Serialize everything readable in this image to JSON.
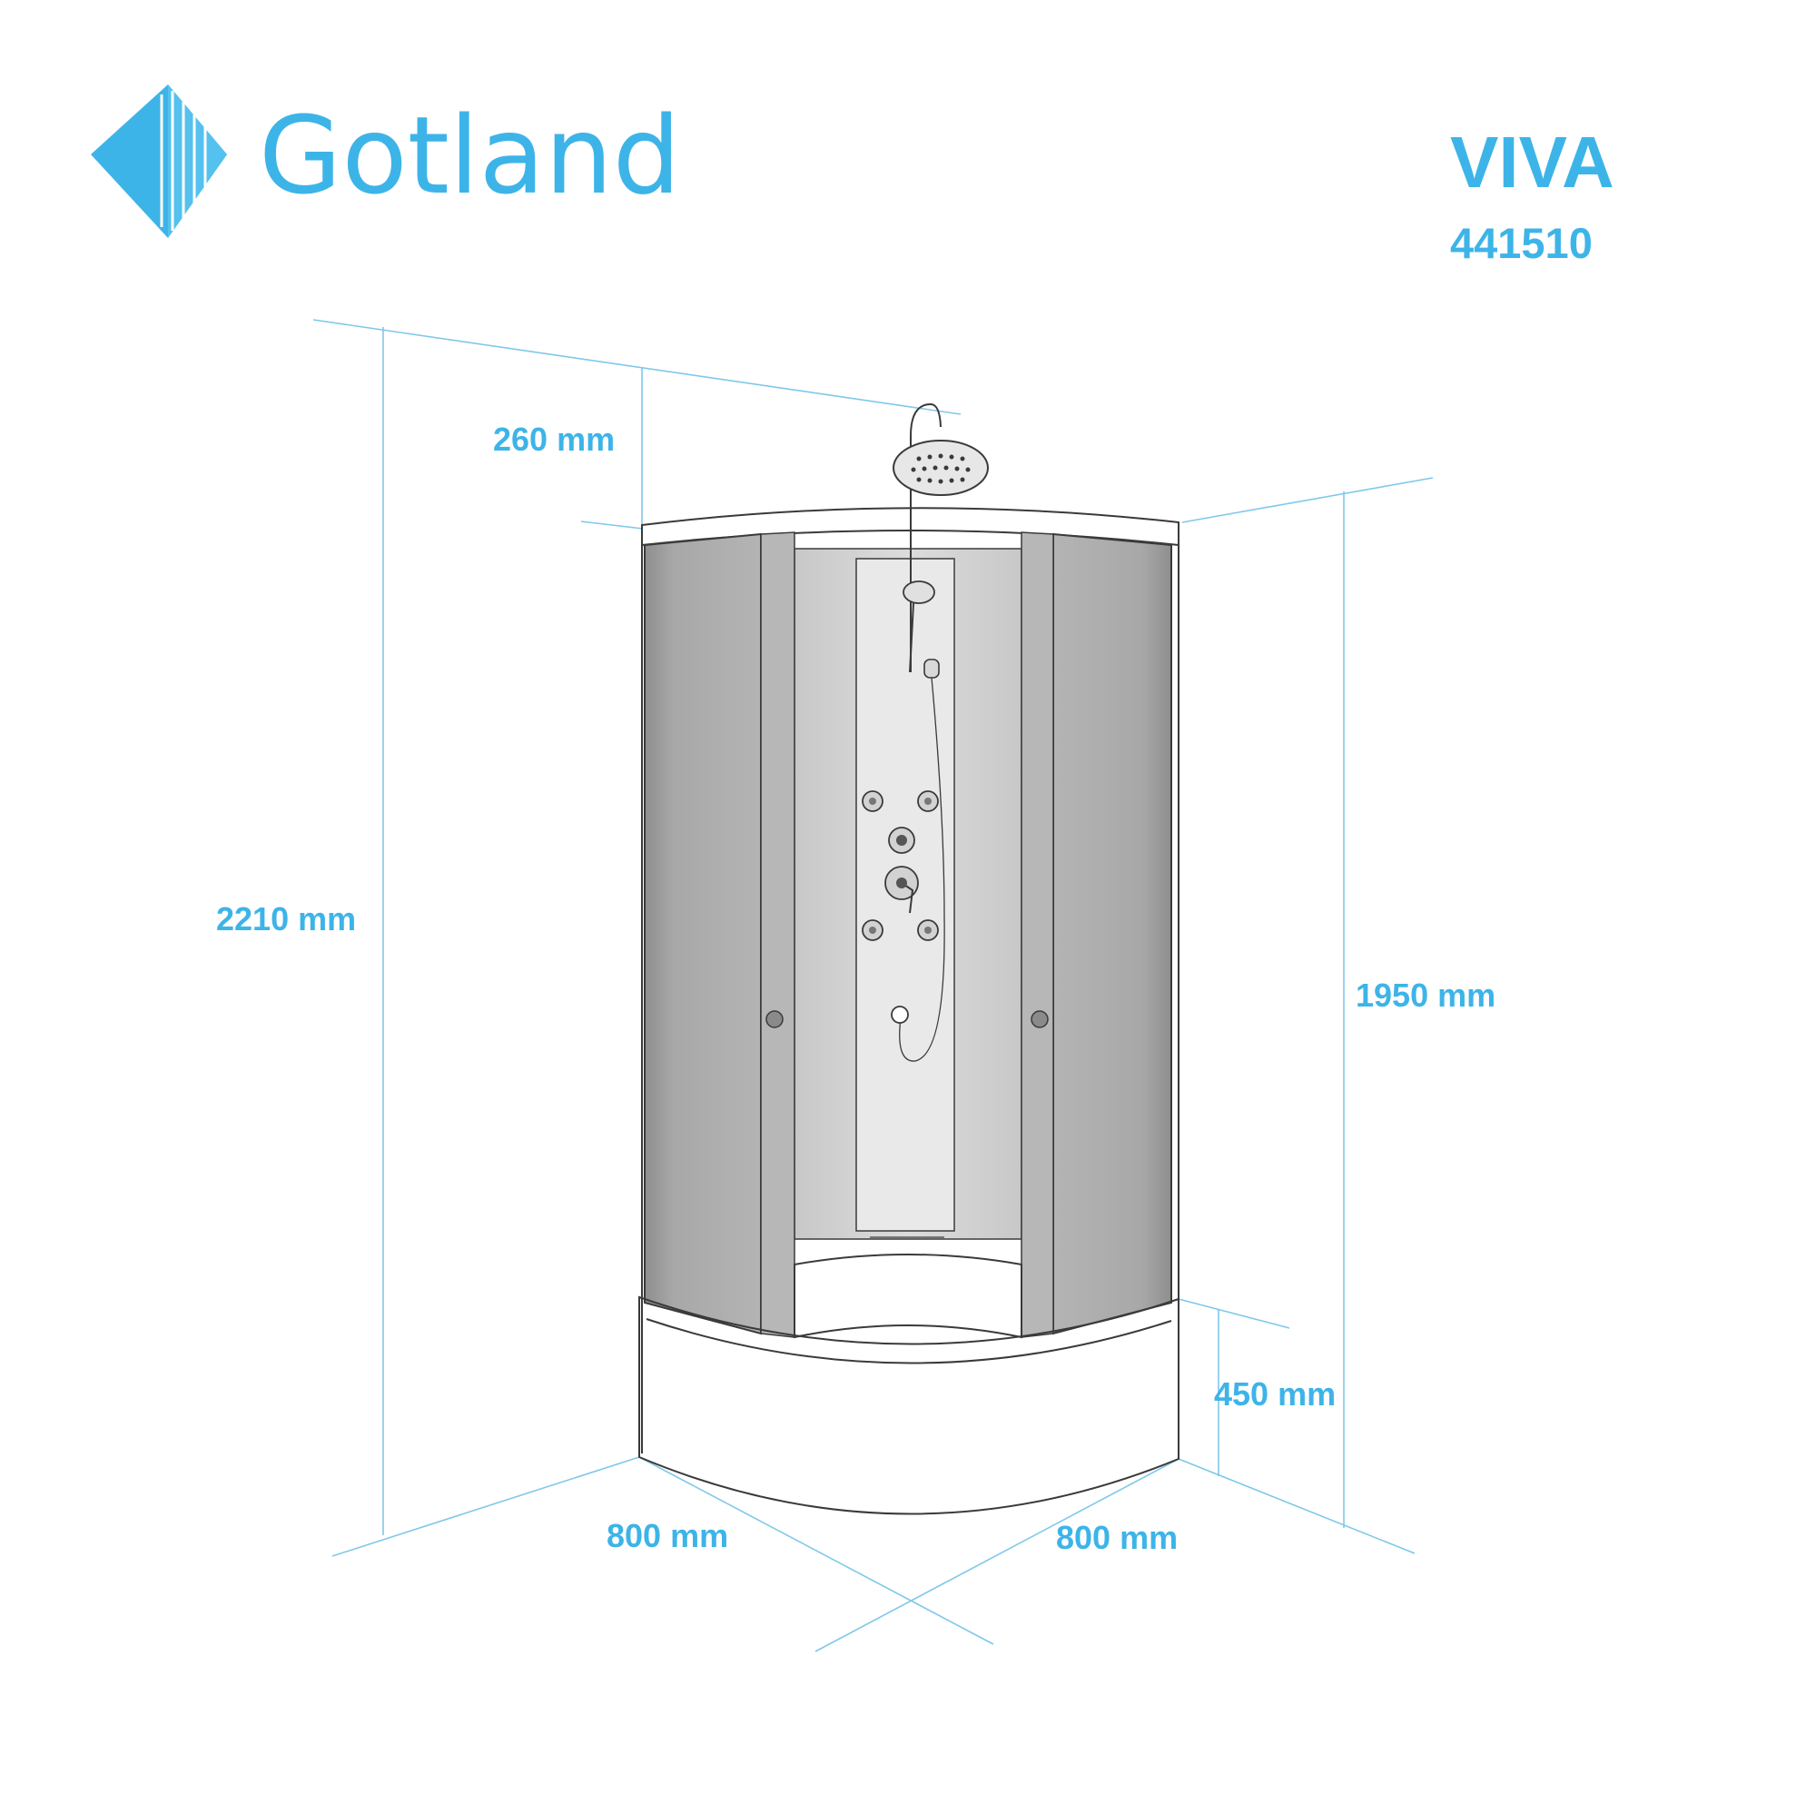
{
  "brand": {
    "name": "Gotland",
    "logo_icon": "diamond-logo-icon"
  },
  "product": {
    "model": "VIVA",
    "code": "441510"
  },
  "dimensions": {
    "total_height": "2210 mm",
    "glass_height": "1950 mm",
    "top_depth": "260 mm",
    "tray_height": "450 mm",
    "width_left": "800 mm",
    "width_right": "800 mm"
  },
  "colors": {
    "accent": "#3db4e8",
    "dimension_line": "#7fc8ea",
    "glass": "#a9a9a9",
    "outline": "#3a3a3a"
  }
}
